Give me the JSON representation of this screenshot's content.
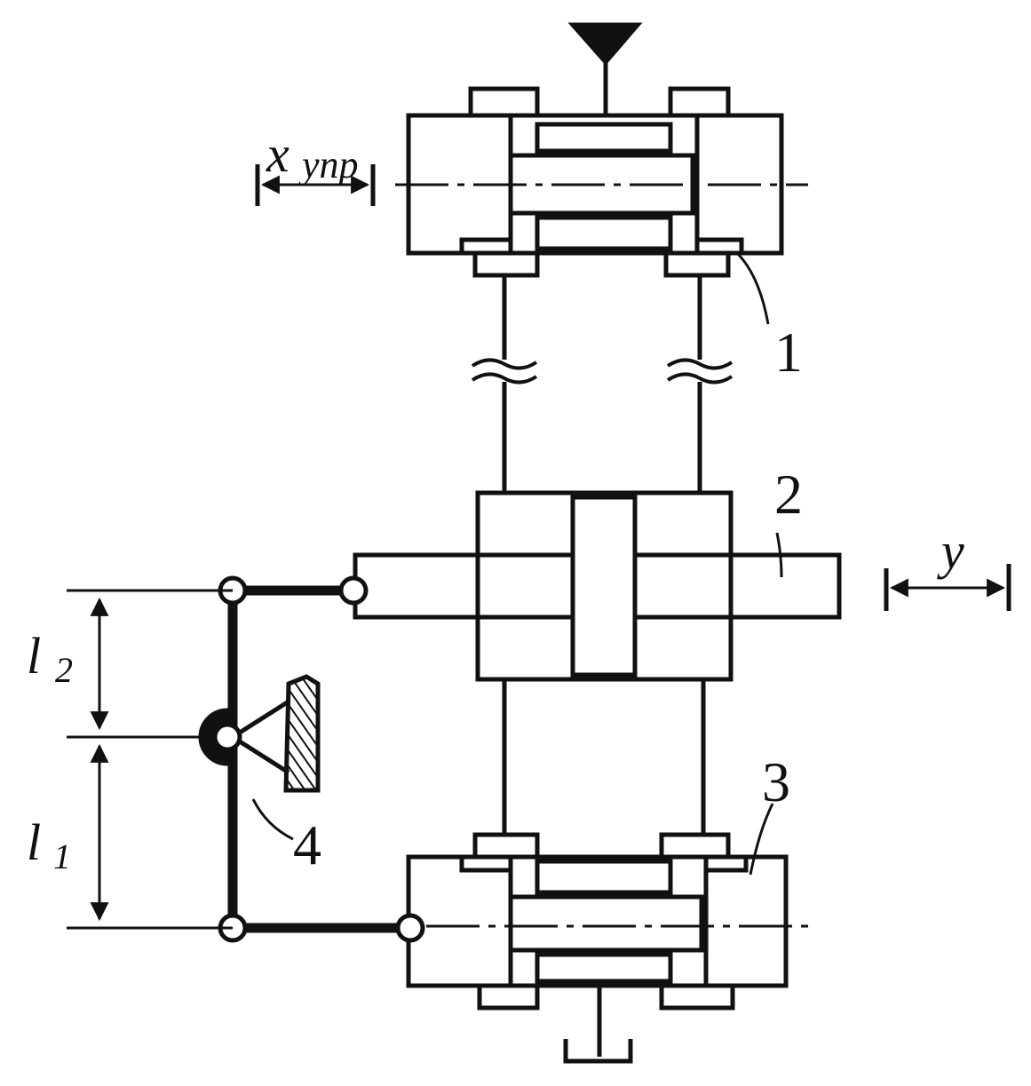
{
  "colors": {
    "ink": "#111111",
    "background": "#ffffff"
  },
  "labels": {
    "x_main": "x",
    "x_sub": "упр",
    "y": "y",
    "l1_main": "l",
    "l1_sub": "1",
    "l2_main": "l",
    "l2_sub": "2",
    "n1": "1",
    "n2": "2",
    "n3": "3",
    "n4": "4"
  },
  "symbols": {
    "pressure_supply": "supply-triangle-icon",
    "drain": "drain-icon",
    "pivot_support": "fixed-support-hatch-icon",
    "pipe_break": "pipe-break-icon"
  }
}
